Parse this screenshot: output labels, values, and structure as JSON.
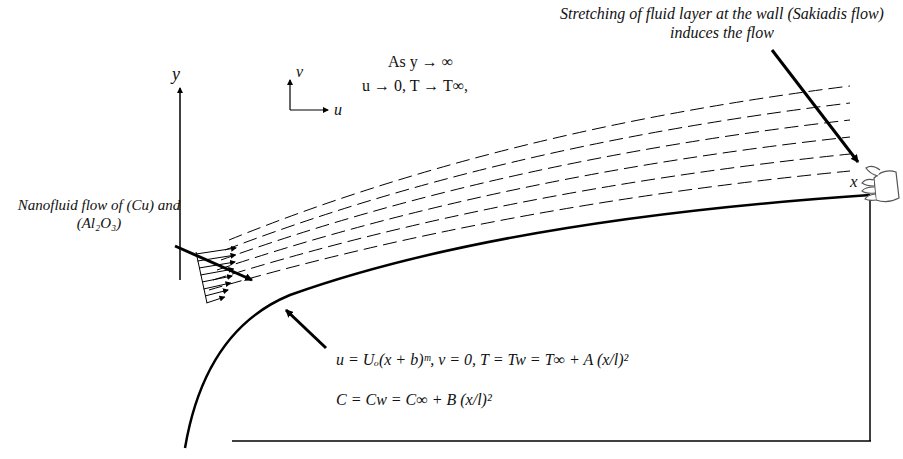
{
  "diagram": {
    "labels": [
      "Stretching of fluid layer at the wall (Sakiadis flow) induces the flow",
      "As y → ∞",
      "u → 0,  T → T∞,",
      "y",
      "v",
      "u",
      "x",
      "Nanofluid flow of (Cu) and (Al₂O₃)",
      "u = Uₒ(x + b)ᵐ,  v = 0,  T = Tw = T∞ + A (x/l)²",
      "C = Cw = C∞ + B (x/l)²"
    ]
  }
}
